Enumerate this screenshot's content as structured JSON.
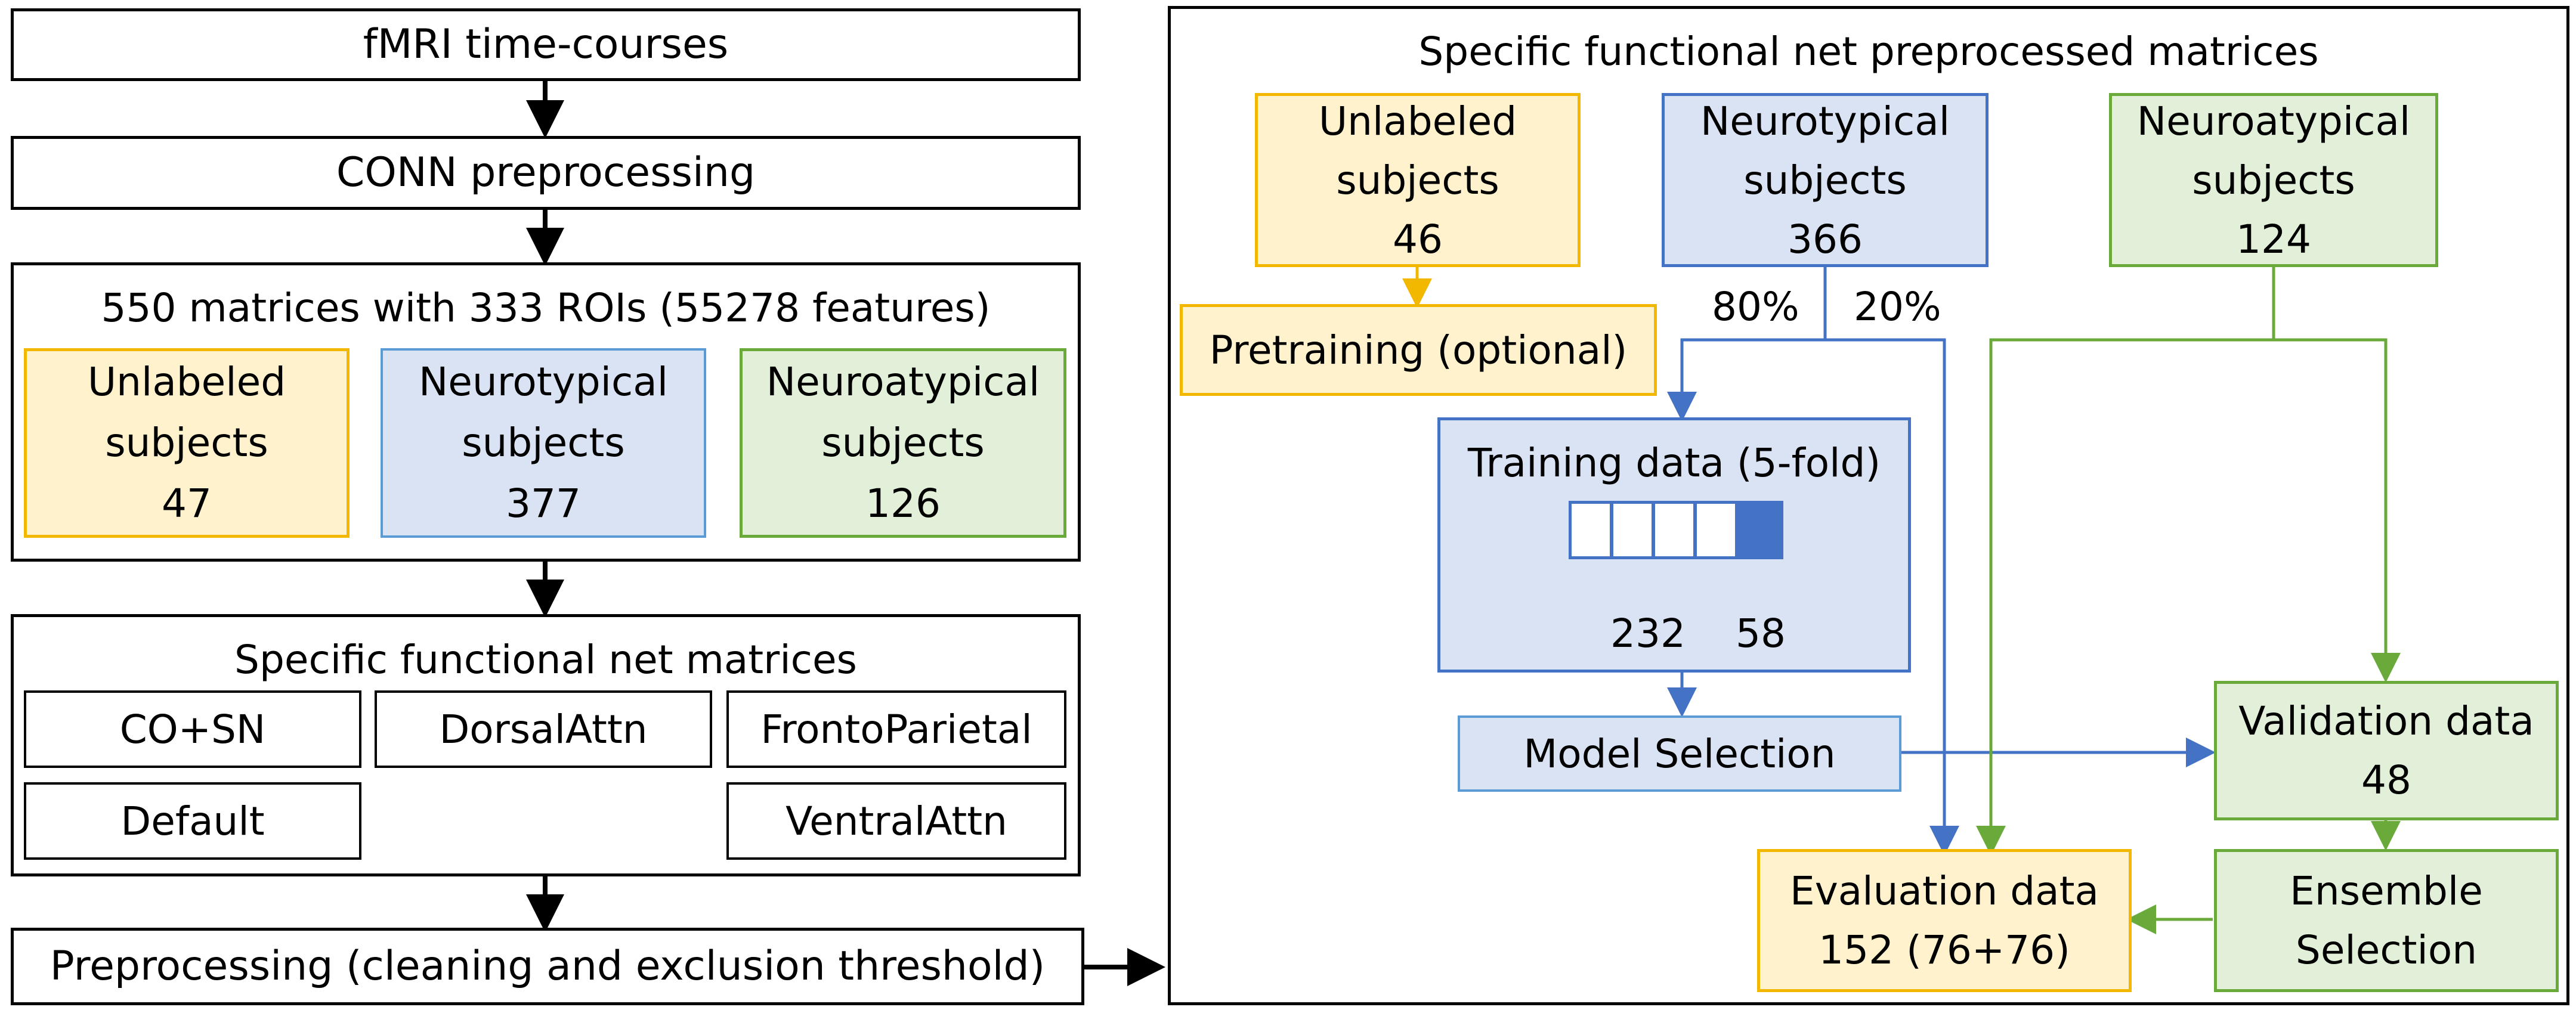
{
  "left": {
    "fmri": "fMRI time-courses",
    "conn": "CONN preprocessing",
    "matrices_title": "550 matrices with 333 ROIs (55278 features)",
    "groups": [
      {
        "line1": "Unlabeled",
        "line2": "subjects",
        "count": "47"
      },
      {
        "line1": "Neurotypical",
        "line2": "subjects",
        "count": "377"
      },
      {
        "line1": "Neuroatypical",
        "line2": "subjects",
        "count": "126"
      }
    ],
    "networks_title": "Specific functional net matrices",
    "networks": [
      "CO+SN",
      "DorsalAttn",
      "FrontoParietal",
      "Default",
      "VentralAttn"
    ],
    "preprocessing": "Preprocessing (cleaning and exclusion threshold)"
  },
  "right": {
    "title": "Specific functional net preprocessed matrices",
    "groups": [
      {
        "line1": "Unlabeled",
        "line2": "subjects",
        "count": "46"
      },
      {
        "line1": "Neurotypical",
        "line2": "subjects",
        "count": "366"
      },
      {
        "line1": "Neuroatypical",
        "line2": "subjects",
        "count": "124"
      }
    ],
    "split_train": "80%",
    "split_test": "20%",
    "pretraining": "Pretraining (optional)",
    "training_title": "Training data (5-fold)",
    "train_count": "232",
    "val_count": "58",
    "model_selection": "Model Selection",
    "validation_label": "Validation data",
    "validation_count": "48",
    "evaluation_label": "Evaluation data",
    "evaluation_count": "152 (76+76)",
    "ensemble_line1": "Ensemble",
    "ensemble_line2": "Selection"
  },
  "colors": {
    "yellow_border": "#f2b800",
    "yellow_fill": "#fff2cc",
    "blue_border": "#4472c4",
    "blue_fill": "#dae3f3",
    "green_border": "#6aaa3a",
    "green_fill": "#e2f0d9"
  }
}
